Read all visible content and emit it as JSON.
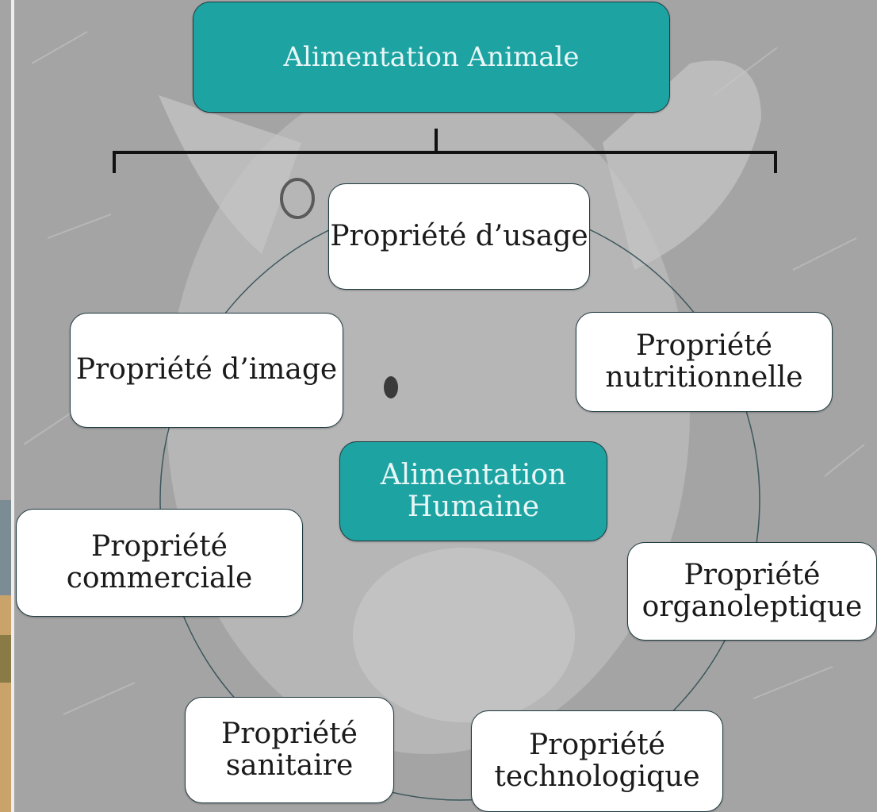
{
  "top_node": {
    "label": "Alimentation Animale"
  },
  "center_node": {
    "line1": "Alimentation",
    "line2": "Humaine"
  },
  "properties": {
    "usage": {
      "label": "Propriété d’usage"
    },
    "nutritionnelle": {
      "line1": "Propriété",
      "line2": "nutritionnelle"
    },
    "organoleptique": {
      "line1": "Propriété",
      "line2": "organoleptique"
    },
    "technologique": {
      "line1": "Propriété",
      "line2": "technologique"
    },
    "sanitaire": {
      "line1": "Propriété",
      "line2": "sanitaire"
    },
    "commerciale": {
      "line1": "Propriété",
      "line2": "commerciale"
    },
    "image": {
      "label": "Propriété d’image"
    }
  },
  "colors": {
    "teal": "#1ea3a3",
    "box_border": "#1f3b40",
    "background": "#9a9a9a"
  }
}
